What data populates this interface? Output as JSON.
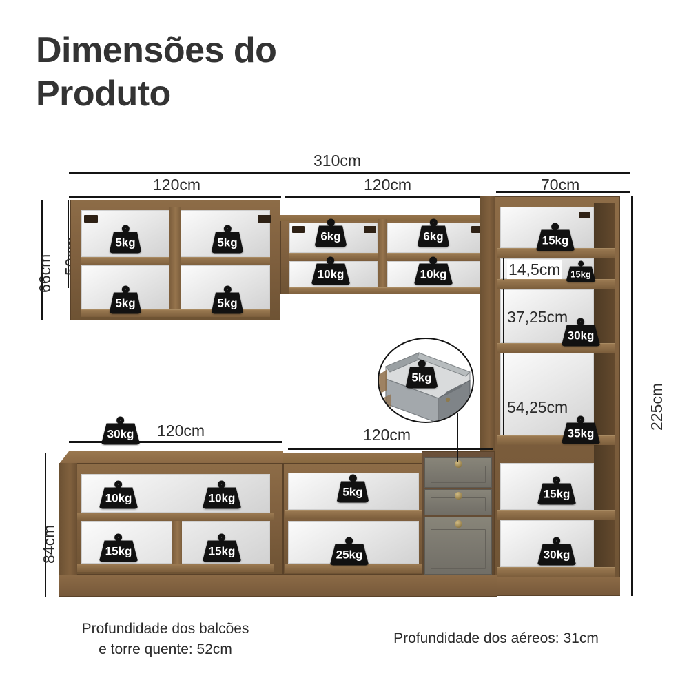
{
  "title": "Dimensões do Produto",
  "dimensions": {
    "total_width": "310cm",
    "upper_left_width": "120cm",
    "upper_middle_width": "120cm",
    "upper_right_width": "70cm",
    "upper_outer_height": "66cm",
    "upper_inner_height": "50cm",
    "base_left_width": "120cm",
    "base_middle_width": "120cm",
    "base_height": "84cm",
    "tower_total_height": "225cm",
    "tower_shelf_1": "14,5cm",
    "tower_shelf_2": "37,25cm",
    "tower_shelf_3": "54,25cm"
  },
  "footer": {
    "left_caption": "Profundidade dos balcões\ne torre quente: 52cm",
    "right_caption": "Profundidade dos aéreos: 31cm"
  },
  "weights": {
    "upper_left": [
      "5kg",
      "5kg",
      "5kg",
      "5kg"
    ],
    "upper_middle": [
      "6kg",
      "6kg",
      "10kg",
      "10kg"
    ],
    "tower": [
      "15kg",
      "15kg",
      "30kg",
      "35kg",
      "15kg",
      "30kg"
    ],
    "base_left_top": "30kg",
    "base_left": [
      "10kg",
      "10kg",
      "15kg",
      "15kg"
    ],
    "base_middle": [
      "5kg",
      "25kg"
    ],
    "drawer_callout": "5kg"
  },
  "colors": {
    "wood": "#7d5e3d",
    "wood_light": "#96744d",
    "grey_cabinet": "#7b786f",
    "knob_brass": "#a08a55",
    "line": "#141414",
    "title_text": "#333333"
  }
}
